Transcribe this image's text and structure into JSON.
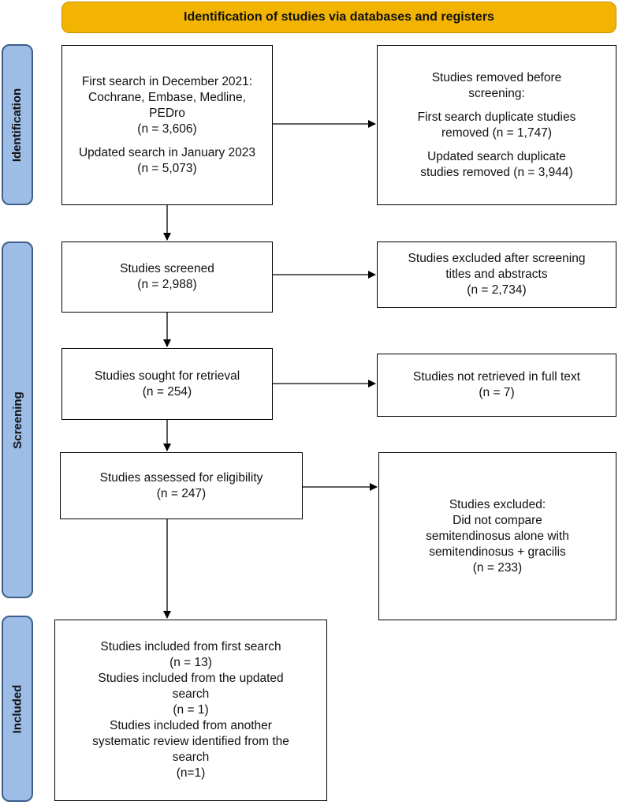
{
  "header": {
    "title": "Identification of studies via databases and registers"
  },
  "phases": {
    "identification": "Identification",
    "screening": "Screening",
    "included": "Included"
  },
  "boxes": {
    "first_search": {
      "lines": [
        "First search in December 2021:",
        "Cochrane, Embase, Medline,",
        "PEDro",
        "(n = 3,606)"
      ],
      "lines2": [
        "Updated search in January 2023",
        "(n = 5,073)"
      ]
    },
    "removed": {
      "title": [
        "Studies removed before",
        "screening:"
      ],
      "first": [
        "First search duplicate studies",
        "removed (n = 1,747)"
      ],
      "updated": [
        "Updated search duplicate",
        "studies removed (n = 3,944)"
      ]
    },
    "screened": {
      "lines": [
        "Studies screened",
        "(n = 2,988)"
      ]
    },
    "excluded_screening": {
      "lines": [
        "Studies excluded after screening",
        "titles and abstracts",
        "(n = 2,734)"
      ]
    },
    "sought": {
      "lines": [
        "Studies sought for retrieval",
        "(n = 254)"
      ]
    },
    "not_retrieved": {
      "lines": [
        "Studies not retrieved in full text",
        "(n = 7)"
      ]
    },
    "assessed": {
      "lines": [
        "Studies assessed for eligibility",
        "(n = 247)"
      ]
    },
    "excluded": {
      "lines": [
        "Studies excluded:",
        "Did not compare",
        "semitendinosus alone with",
        "semitendinosus + gracilis",
        "(n = 233)"
      ]
    },
    "included": {
      "lines": [
        "Studies included from first search",
        "(n = 13)",
        "Studies included from the updated",
        "search",
        "(n = 1)",
        "Studies included from another",
        "systematic review identified from the",
        "search",
        "(n=1)"
      ]
    }
  }
}
